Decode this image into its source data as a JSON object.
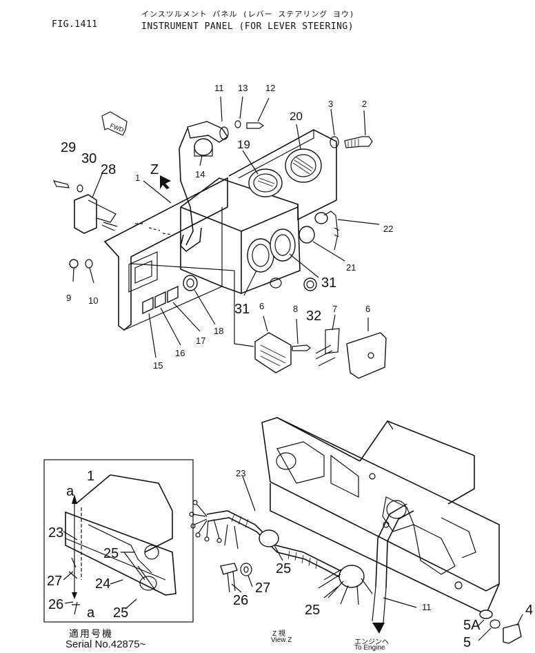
{
  "header": {
    "fig_number": "FIG.1411",
    "title_jp": "インスツルメント パネル (レバー ステアリング ヨウ)",
    "title_en": "INSTRUMENT PANEL (FOR LEVER STEERING)"
  },
  "direction_label": "FWD",
  "view_marker": "Z",
  "callouts": {
    "c1": "1",
    "c2": "2",
    "c3": "3",
    "c4": "4",
    "c5": "5",
    "c5a": "5A",
    "c6a": "6",
    "c6b": "6",
    "c7": "7",
    "c8": "8",
    "c9": "9",
    "c10": "10",
    "c11a": "11",
    "c11b": "11",
    "c12": "12",
    "c13": "13",
    "c14": "14",
    "c15": "15",
    "c16": "16",
    "c17": "17",
    "c18": "18",
    "c19": "19",
    "c20": "20",
    "c21": "21",
    "c22": "22",
    "c23a": "23",
    "c23b": "23",
    "c24": "24",
    "c25a": "25",
    "c25b": "25",
    "c25c": "25",
    "c25d": "25",
    "c26a": "26",
    "c26b": "26",
    "c27a": "27",
    "c27b": "27",
    "c28": "28",
    "c29": "29",
    "c30": "30",
    "c31a": "31",
    "c31b": "31",
    "c32": "32",
    "inset_1": "1",
    "inset_a_top": "a",
    "inset_a_bottom": "a"
  },
  "footer": {
    "serial_jp": "適用号機",
    "serial": "Serial  No.42875~",
    "view_z_jp": "Z 視",
    "view_z": "View Z",
    "to_engine_jp": "エンジンヘ",
    "to_engine": "To Engine"
  }
}
